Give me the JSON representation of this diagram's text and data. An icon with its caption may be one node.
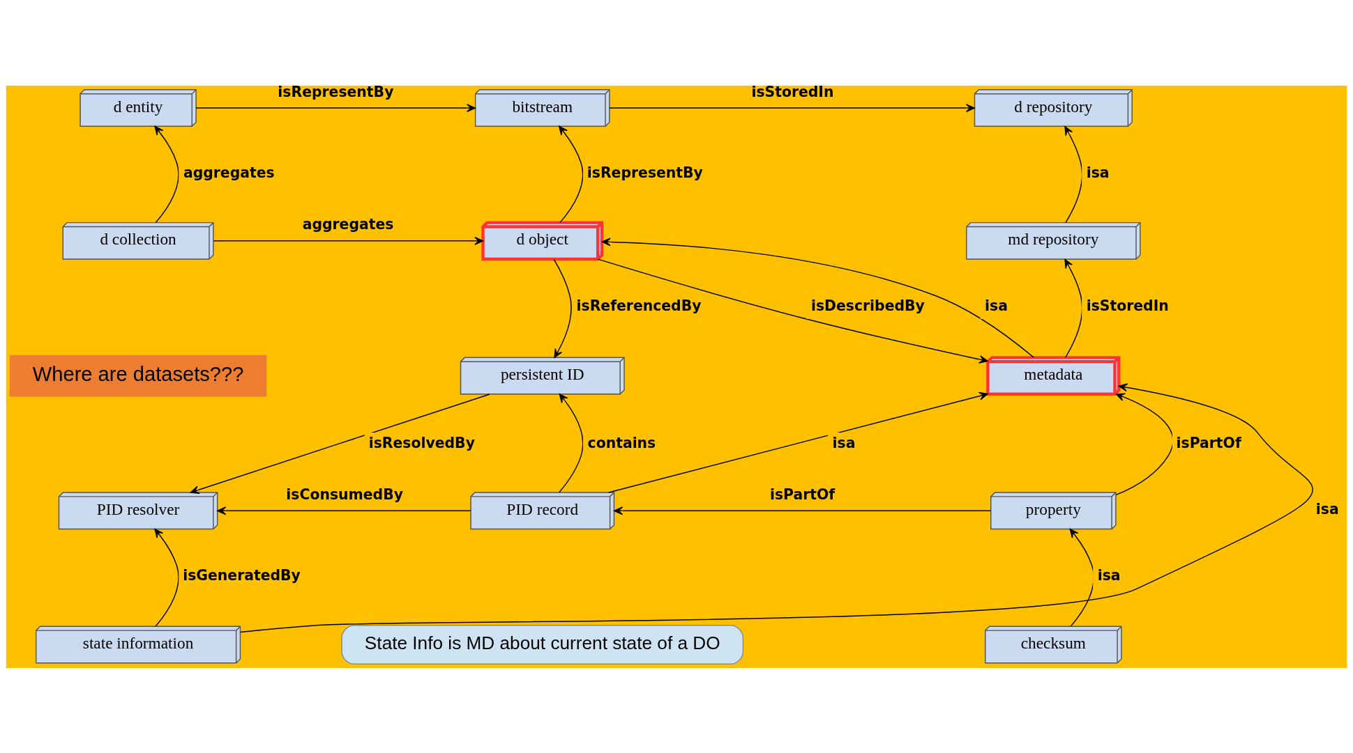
{
  "diagram": {
    "nodes": [
      {
        "text": [
          "d entity"
        ]
      },
      {
        "text": [
          "bitstream"
        ]
      },
      {
        "text": [
          "d repository"
        ]
      },
      {
        "text": [
          "d collection"
        ]
      },
      {
        "text": [
          "d object"
        ]
      },
      {
        "text": [
          "md repository"
        ]
      },
      {
        "text": [
          "Where are datasets???"
        ]
      },
      {
        "text": [
          "persistent ID"
        ]
      },
      {
        "text": [
          "metadata"
        ]
      },
      {
        "text": [
          "PID resolver"
        ]
      },
      {
        "text": [
          "PID record"
        ]
      },
      {
        "text": [
          "property"
        ]
      },
      {
        "text": [
          "state information"
        ]
      },
      {
        "text": [
          "checksum"
        ]
      },
      {
        "text": [
          "State Info is MD about current state of a DO"
        ]
      }
    ],
    "edges": [
      {
        "from": 0,
        "to": 1,
        "arrow": "to",
        "label": "isRepresentBy"
      },
      {
        "from": 1,
        "to": 2,
        "arrow": "to",
        "label": "isStoredIn"
      },
      {
        "from": 3,
        "to": 0,
        "arrow": "to",
        "label": "aggregates"
      },
      {
        "from": 4,
        "to": 1,
        "arrow": "to",
        "label": "isRepresentBy"
      },
      {
        "from": 5,
        "to": 2,
        "arrow": "to",
        "label": "isa"
      },
      {
        "from": 3,
        "to": 4,
        "arrow": "to",
        "label": "aggregates"
      },
      {
        "from": 4,
        "to": 7,
        "arrow": "to",
        "label": "isReferencedBy"
      },
      {
        "from": 4,
        "to": 8,
        "arrow": "to",
        "label": "isDescribedBy"
      },
      {
        "from": 8,
        "to": 4,
        "arrow": "to",
        "label": "isa"
      },
      {
        "from": 8,
        "to": 5,
        "arrow": "to",
        "label": "isStoredIn"
      },
      {
        "from": 7,
        "to": 9,
        "arrow": "to",
        "label": "isResolvedBy"
      },
      {
        "from": 10,
        "to": 7,
        "arrow": "to",
        "label": "contains"
      },
      {
        "from": 10,
        "to": 8,
        "arrow": "to",
        "label": "isa"
      },
      {
        "from": 11,
        "to": 8,
        "arrow": "to",
        "label": "isPartOf"
      },
      {
        "from": 10,
        "to": 9,
        "arrow": "to",
        "label": "isConsumedBy"
      },
      {
        "from": 11,
        "to": 10,
        "arrow": "to",
        "label": "isPartOf"
      },
      {
        "from": 12,
        "to": 9,
        "arrow": "to",
        "label": "isGeneratedBy"
      },
      {
        "from": 13,
        "to": 11,
        "arrow": "to",
        "label": "isa"
      },
      {
        "from": 12,
        "to": 8,
        "arrow": "to",
        "label": "isa"
      }
    ]
  }
}
